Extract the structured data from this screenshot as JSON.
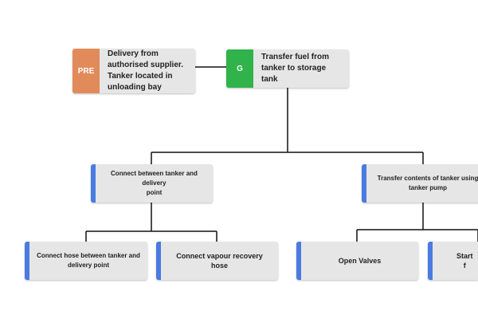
{
  "diagram": {
    "precondition": {
      "tag": "PRE",
      "text": "Delivery from\nauthorised supplier.\nTanker located in\nunloading bay",
      "color": "#e28b5a"
    },
    "goal": {
      "tag": "G",
      "text": "Transfer fuel from\ntanker to storage tank",
      "color": "#2fb34a"
    },
    "subgoals": [
      {
        "text": "Connect between tanker and delivery\npoint"
      },
      {
        "text": "Transfer contents of tanker using\ntanker pump"
      }
    ],
    "tasks": [
      {
        "text": "Connect hose between tanker and\ndelivery point"
      },
      {
        "text": "Connect vapour recovery hose"
      },
      {
        "text": "Open Valves"
      },
      {
        "text": "Start f"
      }
    ],
    "colors": {
      "task_accent": "#4a7be0",
      "box_bg": "#e6e6e6",
      "line": "#111111"
    }
  }
}
